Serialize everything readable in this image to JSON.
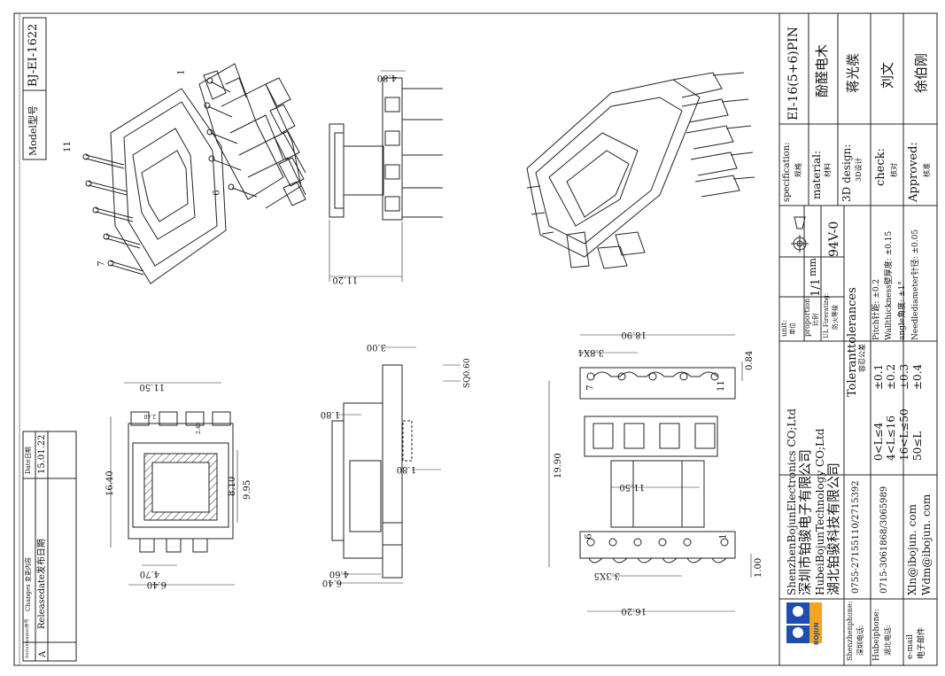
{
  "model": {
    "label": "Model型号",
    "value": "BJ-EI-1622"
  },
  "changes": {
    "headers": [
      "Serialnumber序号",
      "Changes 变更内容",
      "Date日期"
    ],
    "rows": [
      {
        "serial": "A",
        "change": "Releasedate发布日期",
        "date": "15.01.22"
      }
    ]
  },
  "dimensions": {
    "side": {
      "width": "11.20",
      "pin_len": "4.80"
    },
    "bottom": {
      "w1": "11.50",
      "w2": "2.40",
      "w3": "2.40",
      "h1": "16.40",
      "h2": "8.10",
      "h3": "9.95",
      "b1": "4.70",
      "b2": "6.40"
    },
    "front": {
      "top": "3.00",
      "sq": "SQ0.60",
      "d1": "1.80",
      "d2": "1.80",
      "b1": "4.60",
      "b2": "6.40"
    },
    "pcb": {
      "w": "18.90",
      "pitch_top": "3.8X4",
      "pitch_bot": "3.3X5",
      "h": "19.90",
      "mid": "11.50",
      "t": "0.84",
      "b": "1.00",
      "bw": "16.20"
    }
  },
  "pins": {
    "p1": "1",
    "p6": "6",
    "p7": "7",
    "p11": "11"
  },
  "tolerances": {
    "title": "Toleranttolerances",
    "subtitle": "容忍公差",
    "ranges": [
      {
        "range": "0<L≤4",
        "tol": "±0.1"
      },
      {
        "range": "4<L≤16",
        "tol": "±0.2"
      },
      {
        "range": "16<L≤50",
        "tol": "±0.3"
      },
      {
        "range": "50≤L",
        "tol": "±0.4"
      }
    ],
    "notes": [
      "Pitch针距: ±0.2",
      "Wallthickness壁厚度: ±0.15",
      "angle角度: ±1°",
      "Needlediameter针径: ±0.05"
    ]
  },
  "unit": {
    "label": "unit:",
    "label_cn": "单位",
    "value": "mm"
  },
  "proportion": {
    "label": "proportion:",
    "label_cn": "比例",
    "value": "1/1"
  },
  "fire": {
    "label": "UL Firerating:",
    "label_cn": "防火等级",
    "value": "94V-0"
  },
  "spec": {
    "label": "specification:",
    "label_cn": "规格",
    "value": "EI-16(5+6)PIN"
  },
  "material": {
    "label": "material:",
    "label_cn": "材料",
    "value": "酚醛电木"
  },
  "design": {
    "label": "3D design:",
    "label_cn": "3D设计",
    "value": "蒋光彂"
  },
  "check": {
    "label": "check:",
    "label_cn": "核对",
    "value": "刘文"
  },
  "approved": {
    "label": "Approved:",
    "label_cn": "核准",
    "value": "徐伯刚"
  },
  "company": {
    "name1_en": "ShenzhenBojunElectronics CO;Ltd",
    "name1_cn": "深圳市铂骏电子有限公司",
    "name2_en": "HubeiBojunTechnology CO;Ltd",
    "name2_cn": "湖北铂骏科技有限公司",
    "logo_text": "BOJUN"
  },
  "contacts": [
    {
      "label": "Shenzhenphone:",
      "label_cn": "深圳电话:",
      "value": "0755-27155110/2715392"
    },
    {
      "label": "Hubeiphone:",
      "label_cn": "湖北电话:",
      "value": "0715-3061868/3065989"
    },
    {
      "label": "e-mail",
      "label_cn": "电子邮件",
      "value": "Xln@ibojun. com",
      "value2": "Wdm@ibojun. com"
    }
  ]
}
